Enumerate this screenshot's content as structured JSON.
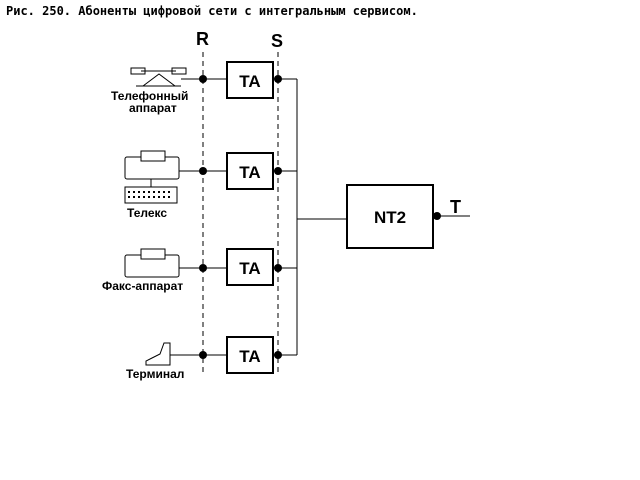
{
  "caption": "Рис. 250. Абоненты  цифровой  сети с интегральным сервисом.",
  "reference_points": {
    "r": "R",
    "s": "S",
    "t": "T"
  },
  "adapters": [
    {
      "label": "TA"
    },
    {
      "label": "TA"
    },
    {
      "label": "TA"
    },
    {
      "label": "TA"
    }
  ],
  "network_termination": {
    "label": "NT2"
  },
  "devices": [
    {
      "icon": "telephone-icon",
      "label_line1": "Телефонный",
      "label_line2": "аппарат"
    },
    {
      "icon": "telex-icon",
      "label_line1": "Телекс",
      "label_line2": ""
    },
    {
      "icon": "fax-icon",
      "label_line1": "Факс-аппарат",
      "label_line2": ""
    },
    {
      "icon": "terminal-icon",
      "label_line1": "Терминал",
      "label_line2": ""
    }
  ]
}
